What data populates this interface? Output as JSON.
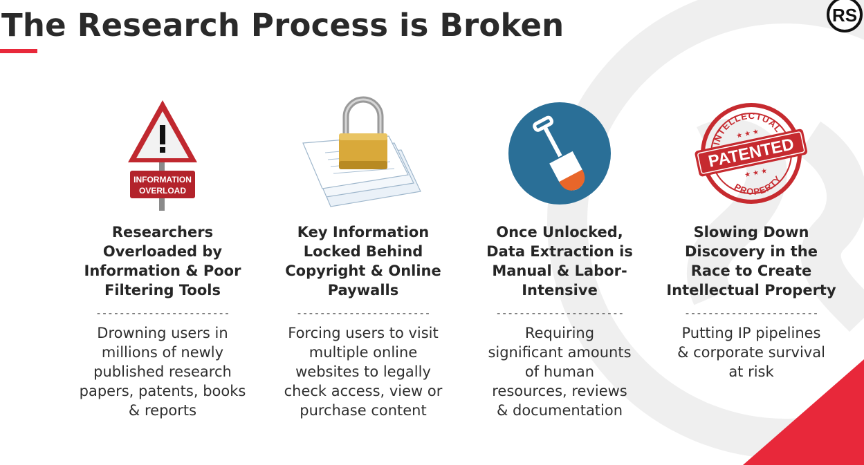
{
  "slide": {
    "title": "The Research Process is Broken",
    "logo_text": "RS",
    "colors": {
      "accent": "#e8283a",
      "title": "#2a2a2a",
      "watermark": "#eeeeee",
      "shovel_circle": "#2a6f97"
    }
  },
  "columns": [
    {
      "icon": "warning-sign-icon",
      "sign_text_line1": "INFORMATION",
      "sign_text_line2": "OVERLOAD",
      "heading": [
        "Researchers",
        "Overloaded by",
        "Information & Poor",
        "Filtering Tools"
      ],
      "divider": "-----------------------",
      "body": [
        "Drowning users in",
        "millions of newly",
        "published research",
        "papers, patents, books",
        "& reports"
      ]
    },
    {
      "icon": "padlock-documents-icon",
      "heading": [
        "Key Information",
        "Locked Behind",
        "Copyright & Online",
        "Paywalls"
      ],
      "divider": "-----------------------",
      "body": [
        "Forcing users to visit",
        "multiple online",
        "websites to legally",
        "check access, view or",
        "purchase content"
      ]
    },
    {
      "icon": "shovel-icon",
      "heading": [
        "Once Unlocked,",
        "Data Extraction is",
        "Manual & Labor-",
        "Intensive"
      ],
      "divider": "----------------------",
      "body": [
        "Requiring",
        "significant amounts",
        "of human",
        "resources, reviews",
        "& documentation"
      ]
    },
    {
      "icon": "patented-stamp-icon",
      "stamp_top": "INTELLECTUAL",
      "stamp_center": "PATENTED",
      "stamp_bottom": "PROPERTY",
      "heading": [
        "Slowing Down",
        "Discovery in the",
        "Race to Create",
        "Intellectual Property"
      ],
      "divider": "-----------------------",
      "body": [
        "Putting IP pipelines",
        "& corporate survival",
        "at risk"
      ]
    }
  ]
}
